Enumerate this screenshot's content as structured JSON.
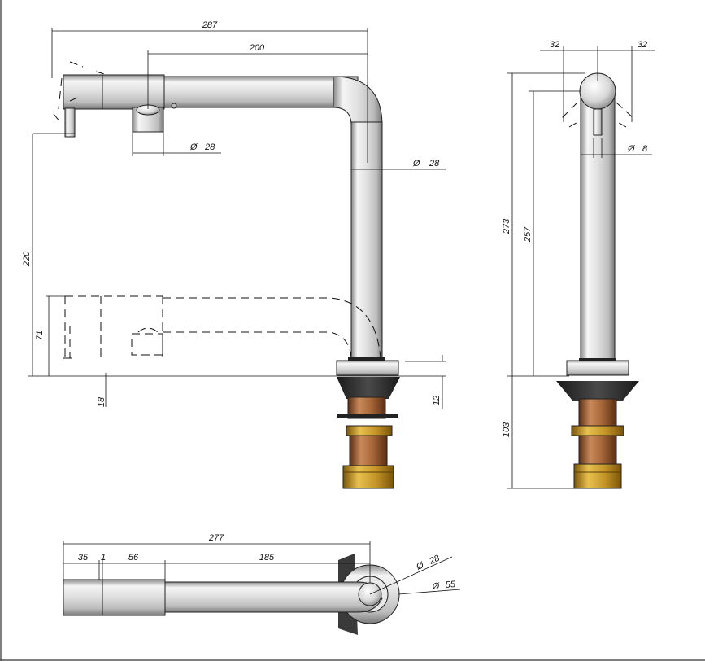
{
  "colors": {
    "background": "#ffffff",
    "line": "#111111",
    "chrome_light": "#f4f4f4",
    "chrome_mid": "#cfcfcf",
    "chrome_dark": "#8a8a8a",
    "rubber": "#2b2b2b",
    "copper_light": "#c98a5a",
    "copper_dark": "#6e3a1c",
    "brass_light": "#e2b64a",
    "brass_dark": "#8a6410",
    "frame": "#555555"
  },
  "views": {
    "side": {
      "dims": {
        "overall_length": "287",
        "spout_reach": "200",
        "spray_diameter": "28",
        "tube_diameter": "28",
        "outlet_height": "220",
        "lowered_height": "71",
        "offset": "18",
        "flange": "12"
      }
    },
    "front": {
      "dims": {
        "left_half": "32",
        "right_half": "32",
        "pin_diameter": "8",
        "total_height": "273",
        "tube_height": "257",
        "below_deck": "103"
      }
    },
    "top": {
      "dims": {
        "overall": "277",
        "seg_a": "35",
        "seg_b": "1",
        "seg_c": "56",
        "seg_d": "185",
        "tube_diameter": "28",
        "base_diameter": "55"
      }
    }
  },
  "symbols": {
    "diameter": "Ø"
  }
}
